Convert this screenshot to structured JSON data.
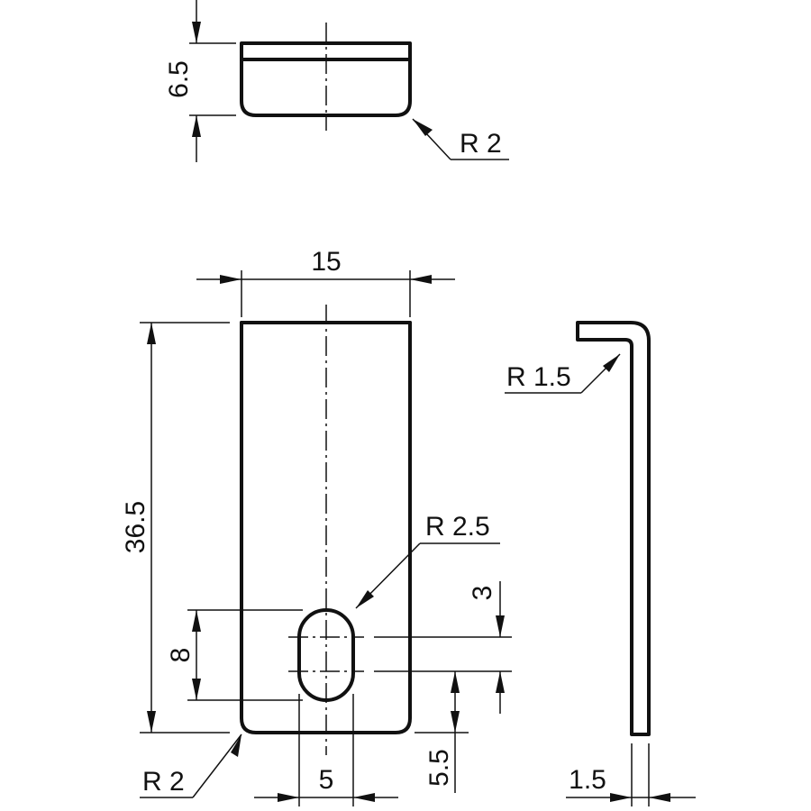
{
  "dimensions": {
    "top_thickness": "6.5",
    "top_radius": "R 2",
    "width": "15",
    "height": "36.5",
    "slot_radius": "R 2.5",
    "slot_width": "3",
    "slot_length": "8",
    "bottom_radius": "R 2",
    "slot_spacing": "5",
    "slot_offset": "5.5",
    "bend_radius": "R 1.5",
    "sheet_thickness": "1.5"
  }
}
